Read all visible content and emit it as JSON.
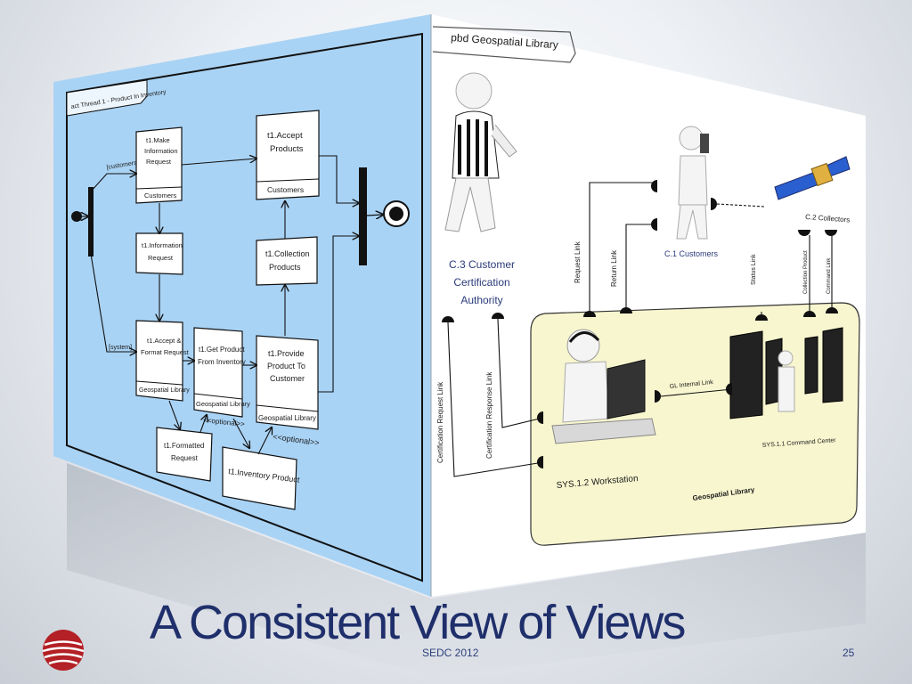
{
  "slide": {
    "title": "A Consistent View of Views",
    "footer_center": "SEDC 2012",
    "page_number": "25"
  },
  "activity_diagram": {
    "frame_label": "act Thread 1 - Product In Inventory",
    "partitions": [
      "[customers]",
      "[system]"
    ],
    "actions": [
      {
        "id": "t1-make-information-request",
        "lines": [
          "t1.Make",
          "Information",
          "Request"
        ],
        "lane": "Customers"
      },
      {
        "id": "t1-accept-products",
        "lines": [
          "t1.Accept",
          "Products"
        ],
        "lane": "Customers"
      },
      {
        "id": "t1-collection-products",
        "lines": [
          "t1.Collection",
          "Products"
        ],
        "lane": ""
      },
      {
        "id": "t1-accept-format-request",
        "lines": [
          "t1.Accept &",
          "Format Request"
        ],
        "lane": "Geospatial Library"
      },
      {
        "id": "t1-get-product",
        "lines": [
          "t1.Get Product",
          "From Inventory"
        ],
        "lane": "Geospatial Library"
      },
      {
        "id": "t1-provide-product",
        "lines": [
          "t1.Provide",
          "Product To",
          "Customer"
        ],
        "lane": "Geospatial Library"
      }
    ],
    "objects": [
      {
        "id": "t1-information-request",
        "lines": [
          "t1.Information",
          "Request"
        ]
      },
      {
        "id": "t1-formatted-request",
        "lines": [
          "t1.Formatted",
          "Request"
        ]
      },
      {
        "id": "t1-inventory-product",
        "lines": [
          "t1.Inventory Product"
        ]
      }
    ],
    "optional_labels": [
      "<<optional>>",
      "<<optional>>"
    ]
  },
  "block_diagram": {
    "frame_label": "pbd Geospatial Library",
    "actors": [
      {
        "name": "C.3 Customer Certification Authority",
        "lines": [
          "C.3 Customer",
          "Certification",
          "Authority"
        ]
      },
      {
        "name": "C.1 Customers",
        "lines": [
          "C.1 Customers"
        ]
      },
      {
        "name": "C.2 Collectors",
        "lines": [
          "C.2 Collectors"
        ]
      }
    ],
    "links": [
      "Request Link",
      "Return Link",
      "Status Link",
      "Certification Request Link",
      "Certification Response Link",
      "GL Internal Link",
      "Collection Product",
      "Command Link"
    ],
    "library_label": "Geospatial Library",
    "parts": [
      "SYS.1.2 Workstation",
      "SYS.1.1 Command Center"
    ]
  }
}
